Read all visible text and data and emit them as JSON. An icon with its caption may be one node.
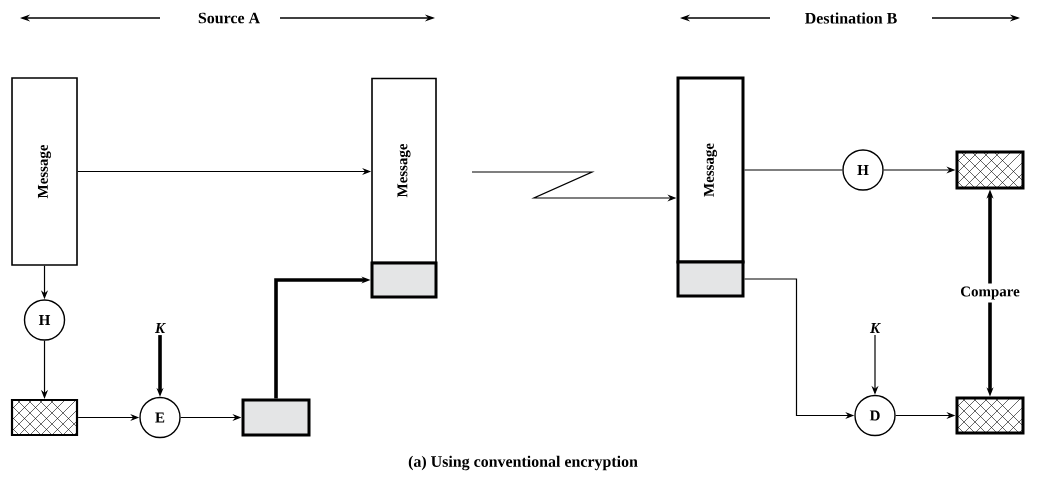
{
  "diagram": {
    "caption": "(a) Using conventional encryption",
    "nodes": [
      {
        "text": [
          "Message"
        ]
      },
      {
        "text": [
          "H"
        ]
      },
      {
        "text": [],
        "shape": "box"
      },
      {
        "text": [
          "K"
        ]
      },
      {
        "text": [
          "E"
        ]
      },
      {
        "text": [],
        "shape": "box"
      },
      {
        "text": [
          "Message"
        ]
      },
      {
        "text": [],
        "shape": "box"
      },
      {
        "text": [
          "Message"
        ]
      },
      {
        "text": [],
        "shape": "box"
      },
      {
        "text": [
          "H"
        ]
      },
      {
        "text": [],
        "shape": "box"
      },
      {
        "text": [
          "K"
        ]
      },
      {
        "text": [
          "D"
        ]
      },
      {
        "text": [],
        "shape": "box"
      }
    ],
    "edges": [
      {
        "from": 0,
        "to": 1,
        "arrow": "to"
      },
      {
        "from": 1,
        "to": 2,
        "arrow": "to"
      },
      {
        "from": 2,
        "to": 4,
        "arrow": "to"
      },
      {
        "from": 3,
        "to": 4,
        "arrow": "to",
        "style": "thick"
      },
      {
        "from": 4,
        "to": 5,
        "arrow": "to"
      },
      {
        "from": 5,
        "to": 7,
        "arrow": "to",
        "style": "thick"
      },
      {
        "from": 0,
        "to": 6,
        "arrow": "to"
      },
      {
        "from": null,
        "to": 8,
        "arrow": "to"
      },
      {
        "from": 8,
        "to": 10,
        "arrow": "none"
      },
      {
        "from": 10,
        "to": 11,
        "arrow": "to"
      },
      {
        "from": 9,
        "to": 13,
        "arrow": "to"
      },
      {
        "from": 12,
        "to": 13,
        "arrow": "to"
      },
      {
        "from": 13,
        "to": 14,
        "arrow": "to"
      },
      {
        "from": 14,
        "to": 11,
        "arrow": "both",
        "style": "thick",
        "label": "Compare"
      }
    ],
    "labels": [
      "Source A",
      "Destination B"
    ]
  }
}
